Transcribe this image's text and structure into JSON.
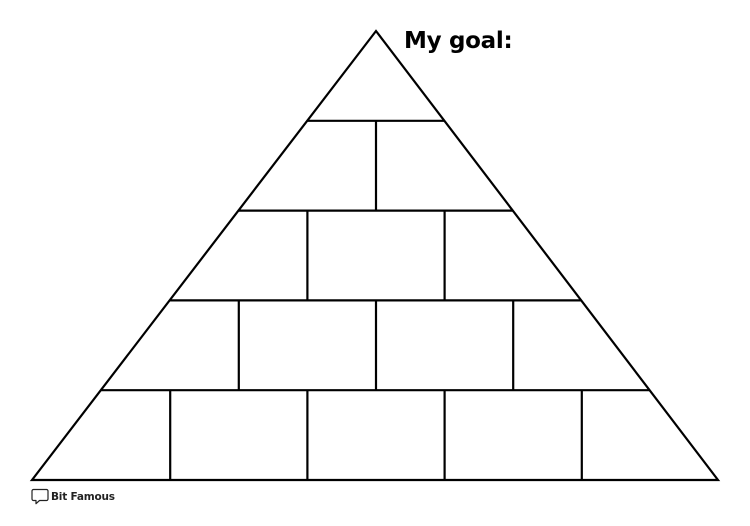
{
  "goal_heading": "My goal:",
  "brand": {
    "name": "Bit Famous",
    "icon": "speech-bubble-icon"
  },
  "pyramid": {
    "rows": [
      {
        "blocks": 1
      },
      {
        "blocks": 2
      },
      {
        "blocks": 3
      },
      {
        "blocks": 4
      },
      {
        "blocks": 5
      }
    ]
  },
  "colors": {
    "line": "#000000",
    "background": "#ffffff"
  }
}
